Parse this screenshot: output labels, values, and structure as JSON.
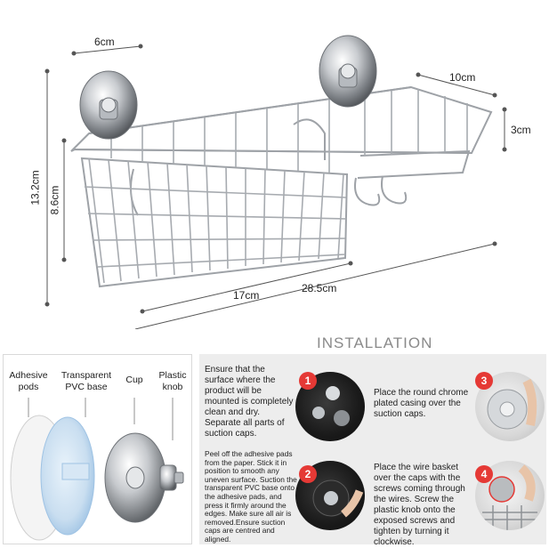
{
  "dimensions": {
    "top_width": "6cm",
    "depth": "10cm",
    "side_height": "3cm",
    "total_height": "13.2cm",
    "basket_height": "8.6cm",
    "basket_width": "17cm",
    "total_width": "28.5cm"
  },
  "installation": {
    "title": "INSTALLATION"
  },
  "parts": {
    "adhesive_pods": "Adhesive pods",
    "pvc_base": "Transparent PVC base",
    "cup": "Cup",
    "plastic_knob": "Plastic knob"
  },
  "steps": {
    "intro": "Ensure that the surface where the product will be mounted is completely clean and dry. Separate all parts of suction caps.",
    "peel": "Peel off the adhesive pads from the paper. Stick it in position to smooth any uneven surface. Suction the transparent PVC base onto the adhesive pads, and press it firmly around the edges. Make sure all air is removed.Ensure suction caps are centred and aligned.",
    "place_round": "Place the round chrome plated casing over the suction caps.",
    "place_basket": "Place the wire basket over the caps with the screws coming through the wires. Screw the plastic knob onto the exposed screws and tighten by turning it clockwise.",
    "numbers": [
      "1",
      "2",
      "3",
      "4"
    ]
  },
  "colors": {
    "accent_red": "#e53935",
    "panel_gray": "#ededed",
    "title_gray": "#8a8a8a"
  }
}
